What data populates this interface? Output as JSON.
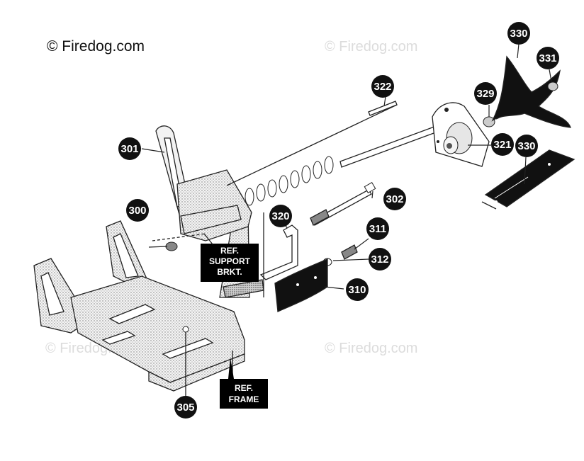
{
  "copyright": {
    "main": "© Firedog.com",
    "watermark": "© Firedog.com"
  },
  "callouts": [
    {
      "id": "300",
      "label": "300"
    },
    {
      "id": "301",
      "label": "301"
    },
    {
      "id": "302",
      "label": "302"
    },
    {
      "id": "305",
      "label": "305"
    },
    {
      "id": "310",
      "label": "310"
    },
    {
      "id": "311",
      "label": "311"
    },
    {
      "id": "312",
      "label": "312"
    },
    {
      "id": "320",
      "label": "320"
    },
    {
      "id": "321",
      "label": "321"
    },
    {
      "id": "322",
      "label": "322"
    },
    {
      "id": "329",
      "label": "329"
    },
    {
      "id": "330a",
      "label": "330"
    },
    {
      "id": "330b",
      "label": "330"
    },
    {
      "id": "331",
      "label": "331"
    }
  ],
  "ref_labels": {
    "support_line1": "REF.",
    "support_line2": "SUPPORT",
    "support_line3": "BRKT.",
    "frame_line1": "REF.",
    "frame_line2": "FRAME"
  }
}
